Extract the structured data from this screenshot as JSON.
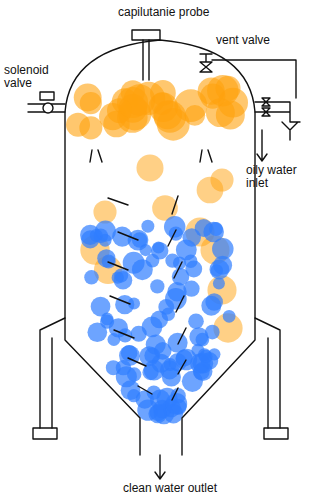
{
  "diagram": {
    "labels": [
      "capilutanie probe",
      "solenoid valve",
      "vent valve",
      "oily water inlet",
      "clean water outlet"
    ]
  }
}
